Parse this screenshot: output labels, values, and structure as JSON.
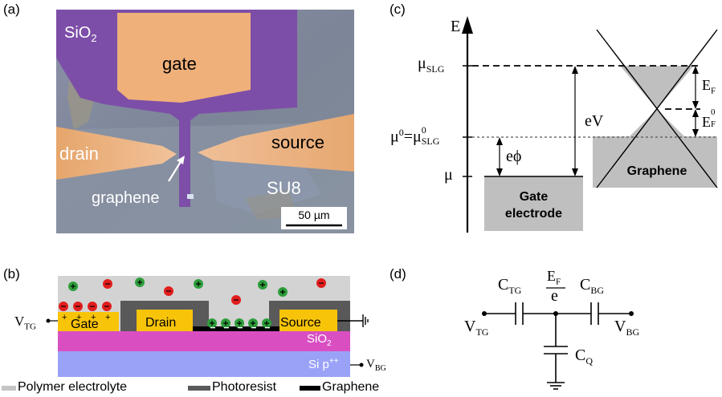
{
  "panel_a": {
    "label": "(a)",
    "sio2": "SiO",
    "sio2_sub": "2",
    "gate": "gate",
    "drain": "drain",
    "source": "source",
    "graphene": "graphene",
    "su8": "SU8",
    "scale": "50 µm"
  },
  "panel_b": {
    "label": "(b)",
    "vtg": "V",
    "vtg_sub": "TG",
    "gate": "Gate",
    "drain": "Drain",
    "source": "Source",
    "sio2": "SiO",
    "sio2_sub": "2",
    "si": "Si p",
    "si_sup": "++",
    "vbg": "V",
    "vbg_sub": "BG",
    "legend": [
      {
        "label": "Polymer electrolyte",
        "color": "#c4c4c4"
      },
      {
        "label": "Photoresist",
        "color": "#5a5a5a"
      },
      {
        "label": "Graphene",
        "color": "#000000"
      }
    ],
    "colors": {
      "polymer": "#d3d3d3",
      "photoresist": "#595959",
      "gold": "#f8c40a",
      "sio2": "#d94fc2",
      "si": "#9aa2f7",
      "plus": "#2e9e3c",
      "minus": "#e21d1d"
    }
  },
  "panel_c": {
    "label": "(c)",
    "e_axis": "E",
    "mu_slg": "μ",
    "mu_slg_sub": "SLG",
    "mu0": "μ",
    "mu0_sup": "0",
    "eq": "=μ",
    "mu0_slg_sup": "0",
    "mu0_slg_sub": "SLG",
    "mu": "μ",
    "ephi": "eϕ",
    "ev": "eV",
    "ef": "E",
    "ef_sub": "F",
    "ef0": "E",
    "ef0_sub": "F",
    "ef0_sup": "0",
    "gate_box_line1": "Gate",
    "gate_box_line2": "electrode",
    "graphene_box": "Graphene"
  },
  "panel_d": {
    "label": "(d)",
    "ctg": "C",
    "ctg_sub": "TG",
    "ef_num": "E",
    "ef_num_sub": "F",
    "ef_den": "e",
    "cbg": "C",
    "cbg_sub": "BG",
    "vtg": "V",
    "vtg_sub": "TG",
    "vbg": "V",
    "vbg_sub": "BG",
    "cq": "C",
    "cq_sub": "Q"
  }
}
